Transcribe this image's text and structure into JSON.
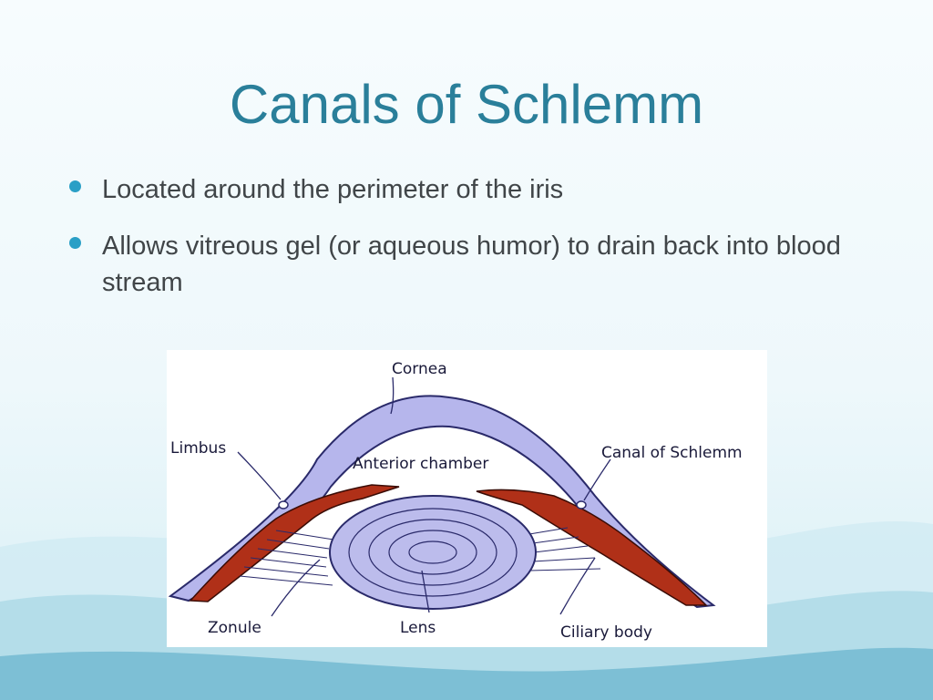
{
  "slide": {
    "title": "Canals of Schlemm",
    "bullets": [
      "Located around the perimeter of the iris",
      " Allows vitreous gel (or aqueous humor) to drain back into blood stream"
    ]
  },
  "diagram": {
    "labels": {
      "cornea": "Cornea",
      "limbus": "Limbus",
      "anterior_chamber": "Anterior chamber",
      "canal_of_schlemm": "Canal of Schlemm",
      "zonule": "Zonule",
      "lens": "Lens",
      "ciliary_body": "Ciliary body"
    },
    "colors": {
      "cornea": "#b6b6ec",
      "outline": "#2a2a6a",
      "ciliary": "#b03018",
      "lens_fill": "#bcbcec",
      "title": "#2a7f9a",
      "bullet": "#2a9fc6"
    }
  }
}
